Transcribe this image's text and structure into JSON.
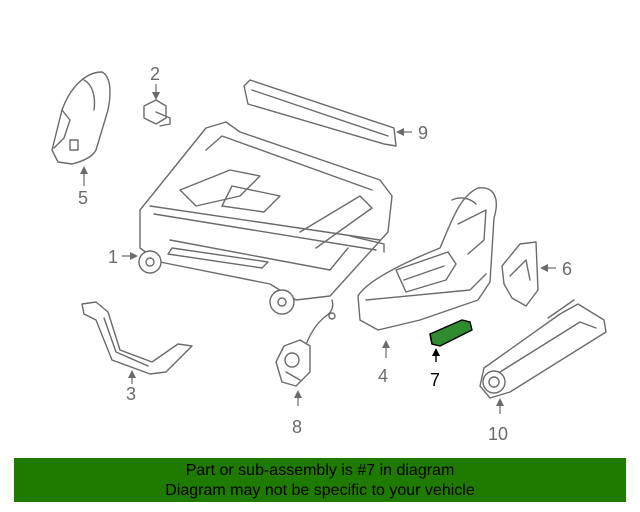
{
  "callouts": {
    "c1": "1",
    "c2": "2",
    "c3": "3",
    "c4": "4",
    "c5": "5",
    "c6": "6",
    "c7": "7",
    "c8": "8",
    "c9": "9",
    "c10": "10"
  },
  "highlighted_part": "7",
  "colors": {
    "banner": "#1f7a00",
    "highlight_part": "#2e8b2e",
    "line": "#6b6b6b"
  },
  "banner": {
    "line1": "Part or sub-assembly is #7 in diagram",
    "line2": "Diagram may not be specific to your vehicle"
  }
}
